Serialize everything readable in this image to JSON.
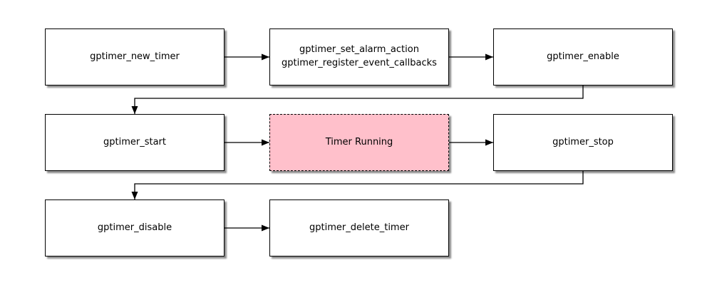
{
  "diagram": {
    "type": "flowchart",
    "background": "#ffffff",
    "colors": {
      "node_fill": "#ffffff",
      "node_border": "#000000",
      "highlight_fill": "#ffc0cb",
      "edge_stroke": "#000000",
      "shadow": "rgba(0,0,0,0.45)"
    },
    "nodes": {
      "new_timer": {
        "label": "gptimer_new_timer"
      },
      "set_alarm": {
        "label": "gptimer_set_alarm_action\ngptimer_register_event_callbacks"
      },
      "enable": {
        "label": "gptimer_enable"
      },
      "start": {
        "label": "gptimer_start"
      },
      "timer_running": {
        "label": "Timer Running",
        "fill": "#ffc0cb",
        "border_style": "dashed"
      },
      "stop": {
        "label": "gptimer_stop"
      },
      "disable": {
        "label": "gptimer_disable"
      },
      "delete_timer": {
        "label": "gptimer_delete_timer"
      }
    },
    "edges": [
      {
        "from": "new_timer",
        "to": "set_alarm"
      },
      {
        "from": "set_alarm",
        "to": "enable"
      },
      {
        "from": "enable",
        "to": "start"
      },
      {
        "from": "start",
        "to": "timer_running"
      },
      {
        "from": "timer_running",
        "to": "stop"
      },
      {
        "from": "stop",
        "to": "disable"
      },
      {
        "from": "disable",
        "to": "delete_timer"
      }
    ]
  }
}
